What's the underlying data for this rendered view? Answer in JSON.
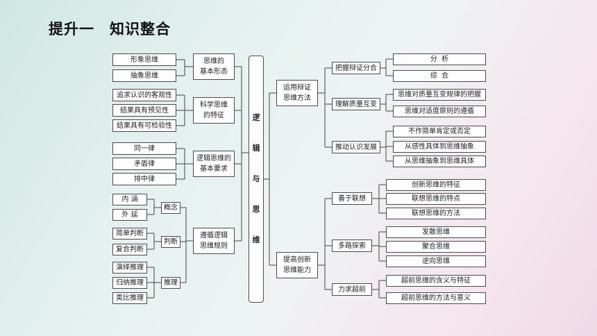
{
  "title": "提升一　知识整合",
  "center_chars": [
    "逻",
    "辑",
    "与",
    "思",
    "维"
  ],
  "left": {
    "groups": [
      {
        "label": "思维的\n基本形态",
        "items": [
          "形象思维",
          "抽象思维"
        ]
      },
      {
        "label": "科学思维\n的特征",
        "items": [
          "追求认识的客观性",
          "结果具有预见性",
          "结果具有可检验性"
        ]
      },
      {
        "label": "逻辑思维的\n基本要求",
        "items": [
          "同一律",
          "矛盾律",
          "排中律"
        ]
      }
    ],
    "rules": {
      "label": "遵循逻辑\n思维规则",
      "subs": [
        {
          "label": "概念",
          "items": [
            "内 涵",
            "外 延"
          ]
        },
        {
          "label": "判断",
          "items": [
            "简单判断",
            "复合判断"
          ]
        },
        {
          "label": "推理",
          "items": [
            "演绎推理",
            "归纳推理",
            "类比推理"
          ]
        }
      ]
    }
  },
  "right": {
    "branches": [
      {
        "label": "运用辩证\n思维方法",
        "subs": [
          {
            "label": "把握辩证分合",
            "items": [
              "分  析",
              "综  合"
            ]
          },
          {
            "label": "理解质量互变",
            "items": [
              "思维对质量互变规律的把握",
              "思维对适度原则的遵循"
            ]
          },
          {
            "label": "推动认识发展",
            "items": [
              "不作简单肯定或否定",
              "从感性具体到思维抽象",
              "从思维抽象到思维具体"
            ]
          }
        ]
      },
      {
        "label": "提高创新\n思维能力",
        "subs": [
          {
            "label": "善于联想",
            "items": [
              "创新思维的特征",
              "联想思维的特点",
              "联想思维的方法"
            ]
          },
          {
            "label": "多路探索",
            "items": [
              "发散思维",
              "聚合思维",
              "逆向思维"
            ]
          },
          {
            "label": "力求超前",
            "items": [
              "超前思维的含义与特征",
              "超前思维的方法与意义"
            ]
          }
        ]
      }
    ]
  }
}
